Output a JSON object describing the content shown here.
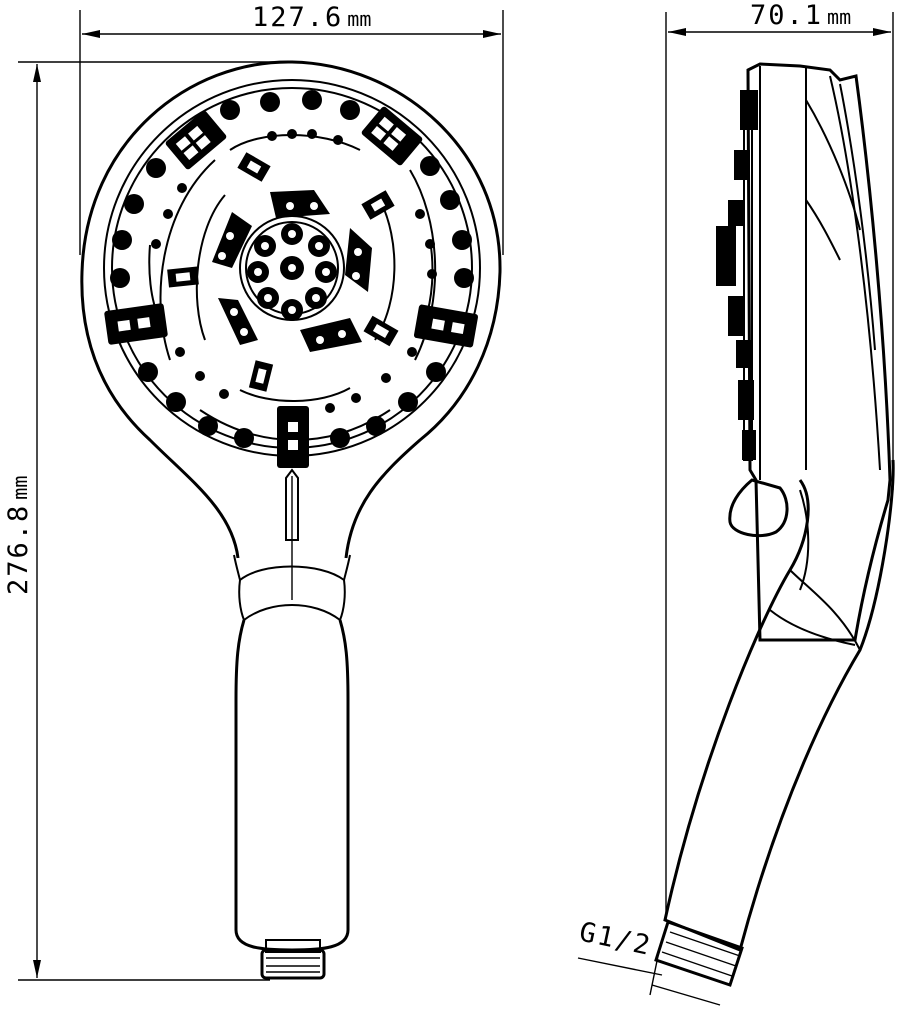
{
  "dimensions": {
    "width": {
      "value": "127.6",
      "unit": "mm"
    },
    "height": {
      "value": "276.8",
      "unit": "mm"
    },
    "depth": {
      "value": "70.1",
      "unit": "mm"
    },
    "thread": {
      "value": "G1/2"
    }
  },
  "colors": {
    "line": "#000000",
    "background": "#ffffff"
  }
}
